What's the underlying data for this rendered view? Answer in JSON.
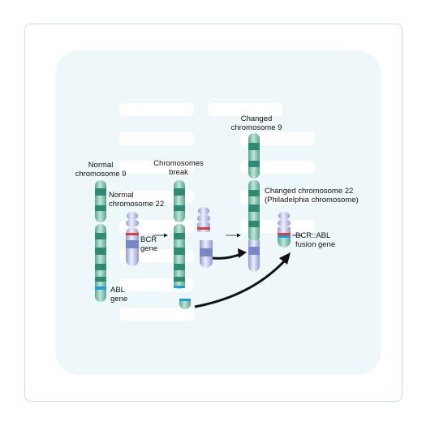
{
  "labels": {
    "normal_chr9": "Normal\nchromosome 9",
    "normal_chr22": "Normal\nchromosome 22",
    "chromosomes_break": "Chromosomes\nbreak",
    "changed_chr9": "Changed\nchromosome 9",
    "changed_chr22": "Changed chromosome 22\n(Philadelphia chromosome)",
    "bcr_gene": "BCR\ngene",
    "abl_gene": "ABL\ngene",
    "bcr_abl_fusion": "BCR::ABL\nfusion gene"
  },
  "colors": {
    "chr9_dark": "#2e8a73",
    "chr9_light": "#a9dcc9",
    "chr22_dark": "#7a86c8",
    "chr22_light": "#dde2f4",
    "bcr_marker": "#e03a3a",
    "abl_marker": "#1aa0e0",
    "arrow": "#111111"
  }
}
